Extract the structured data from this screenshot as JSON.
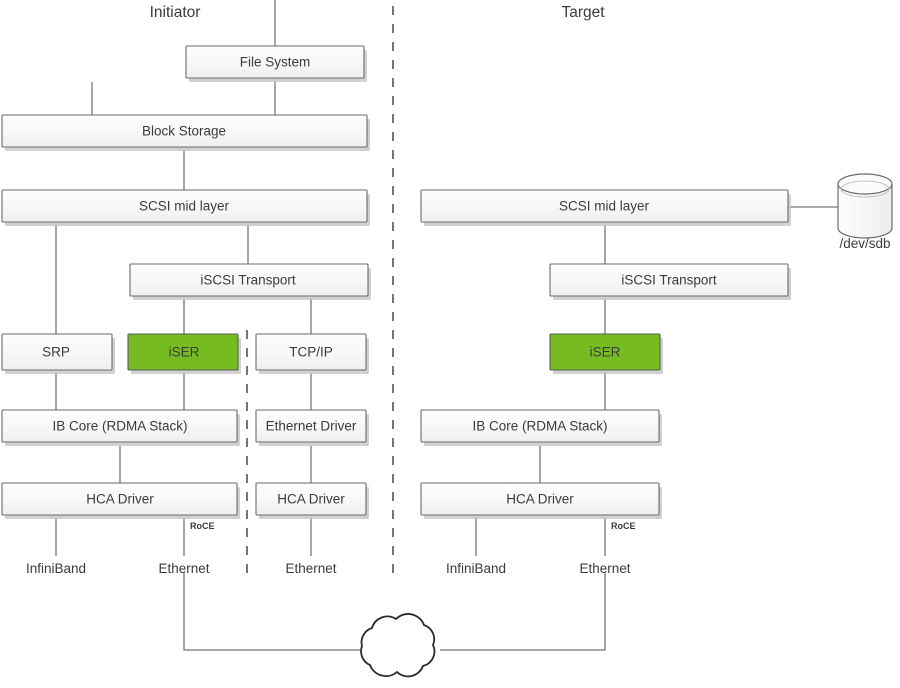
{
  "diagram": {
    "title_initiator": "Initiator",
    "title_target": "Target",
    "initiator": {
      "file_system": "File System",
      "block_storage": "Block Storage",
      "scsi_mid_layer": "SCSI mid layer",
      "iscsi_transport": "iSCSI Transport",
      "srp": "SRP",
      "iser": "iSER",
      "tcp_ip": "TCP/IP",
      "ib_core": "IB Core (RDMA Stack)",
      "ethernet_driver": "Ethernet Driver",
      "hca_driver_ib": "HCA Driver",
      "hca_driver_eth": "HCA Driver",
      "roce": "RoCE",
      "wire_infiniband": "InfiniBand",
      "wire_ethernet_roce": "Ethernet",
      "wire_ethernet_tcp": "Ethernet"
    },
    "target": {
      "scsi_mid_layer": "SCSI mid layer",
      "iscsi_transport": "iSCSI Transport",
      "iser": "iSER",
      "ib_core": "IB Core (RDMA Stack)",
      "hca_driver": "HCA Driver",
      "roce": "RoCE",
      "wire_infiniband": "InfiniBand",
      "wire_ethernet": "Ethernet",
      "device": "/dev/sdb"
    },
    "colors": {
      "accent_green": "#76bc21",
      "box_border": "#6b6b6b",
      "text": "#3b3b3b",
      "connector": "#767676"
    }
  }
}
